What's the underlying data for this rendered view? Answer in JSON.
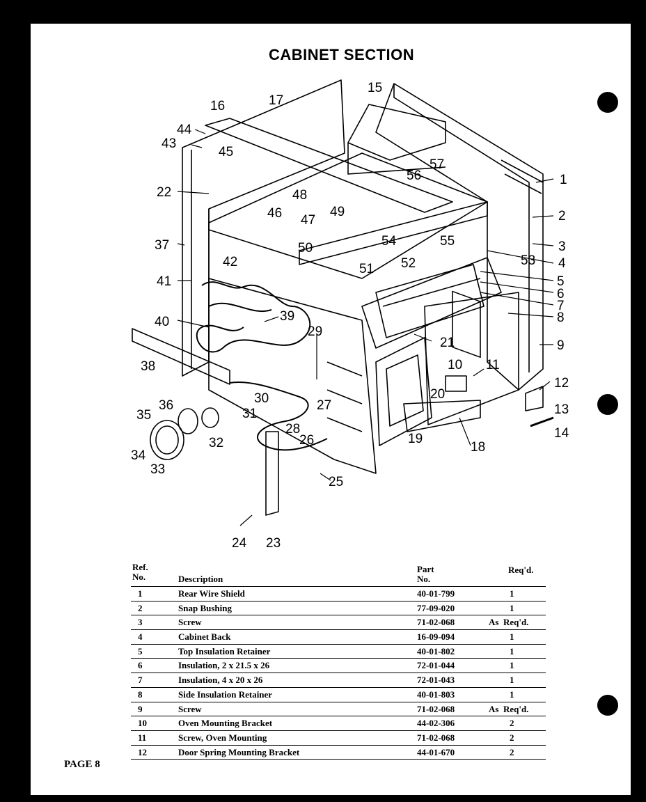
{
  "title": "CABINET SECTION",
  "page_label": "PAGE 8",
  "table": {
    "headers": {
      "ref_line1": "Ref.",
      "ref_line2": "No.",
      "desc": "Description",
      "part_line1": "Part",
      "part_line2": "No.",
      "req": "Req'd."
    },
    "rows": [
      {
        "ref": "1",
        "desc": "Rear Wire Shield",
        "part": "40-01-799",
        "req": "1"
      },
      {
        "ref": "2",
        "desc": "Snap Bushing",
        "part": "77-09-020",
        "req": "1"
      },
      {
        "ref": "3",
        "desc": "Screw",
        "part": "71-02-068",
        "req": "As  Req'd."
      },
      {
        "ref": "4",
        "desc": "Cabinet Back",
        "part": "16-09-094",
        "req": "1"
      },
      {
        "ref": "5",
        "desc": "Top Insulation Retainer",
        "part": "40-01-802",
        "req": "1"
      },
      {
        "ref": "6",
        "desc": "Insulation, 2 x 21.5 x 26",
        "part": "72-01-044",
        "req": "1"
      },
      {
        "ref": "7",
        "desc": "Insulation, 4 x 20 x 26",
        "part": "72-01-043",
        "req": "1"
      },
      {
        "ref": "8",
        "desc": "Side Insulation Retainer",
        "part": "40-01-803",
        "req": "1"
      },
      {
        "ref": "9",
        "desc": "Screw",
        "part": "71-02-068",
        "req": "As  Req'd."
      },
      {
        "ref": "10",
        "desc": "Oven Mounting Bracket",
        "part": "44-02-306",
        "req": "2"
      },
      {
        "ref": "11",
        "desc": "Screw, Oven Mounting",
        "part": "71-02-068",
        "req": "2"
      },
      {
        "ref": "12",
        "desc": "Door Spring Mounting Bracket",
        "part": "44-01-670",
        "req": "2"
      }
    ]
  },
  "callouts": [
    "1",
    "2",
    "3",
    "4",
    "5",
    "6",
    "7",
    "8",
    "9",
    "10",
    "11",
    "12",
    "13",
    "14",
    "15",
    "16",
    "17",
    "18",
    "19",
    "20",
    "21",
    "22",
    "23",
    "24",
    "25",
    "26",
    "27",
    "28",
    "29",
    "30",
    "31",
    "32",
    "33",
    "34",
    "35",
    "36",
    "37",
    "38",
    "39",
    "40",
    "41",
    "42",
    "43",
    "44",
    "45",
    "46",
    "47",
    "48",
    "49",
    "50",
    "51",
    "52",
    "53",
    "54",
    "55",
    "56",
    "57"
  ]
}
